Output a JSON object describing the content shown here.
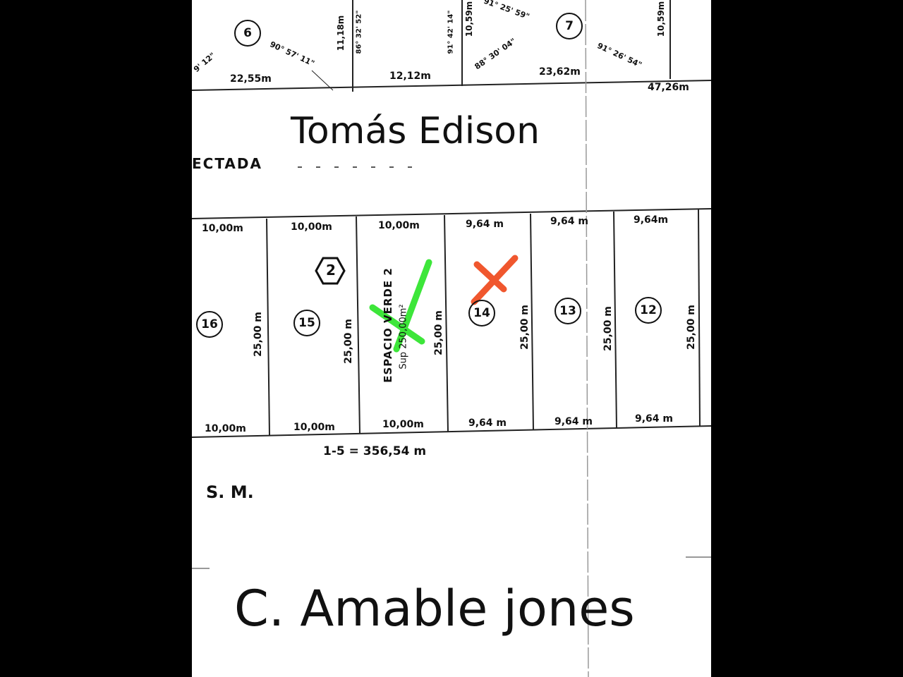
{
  "streets": {
    "north": "Tomás Edison",
    "south": "C. Amable jones"
  },
  "labels": {
    "projected": "ECTADA",
    "sm": "S. M.",
    "total": "1-5 = 356,54 m",
    "green_space": "ESPACIO VERDE 2",
    "green_sup": "Sup 250,00m²"
  },
  "block_number": "2",
  "upper_lots": [
    {
      "number": "6"
    },
    {
      "number": "7"
    }
  ],
  "upper_measures": [
    "22,55m",
    "12,12m",
    "23,62m",
    "47,26m",
    "11,18m",
    "10,59m",
    "10,59m",
    "90° 57' 11\"",
    "91° 25' 59\"",
    "88° 30' 04\"",
    "91° 26' 54\"",
    "86° 32' 52\"",
    "91° 42' 14\"",
    "9' 12\""
  ],
  "lots": [
    {
      "number": "16",
      "front": "10,00m",
      "back": "10,00m",
      "depth": "25,00 m"
    },
    {
      "number": "15",
      "front": "10,00m",
      "back": "10,00m",
      "depth": "25,00 m"
    },
    {
      "number": "",
      "front": "10,00m",
      "back": "10,00m",
      "depth": "25,00 m"
    },
    {
      "number": "14",
      "front": "9,64 m",
      "back": "9,64 m",
      "depth": "25,00 m"
    },
    {
      "number": "13",
      "front": "9,64 m",
      "back": "9,64 m",
      "depth": "25,00 m"
    },
    {
      "number": "12",
      "front": "9,64m",
      "back": "9,64 m",
      "depth": "25,00 m"
    }
  ],
  "marks": {
    "green_check_color": "#3de63a",
    "red_x_color": "#f0572e"
  }
}
